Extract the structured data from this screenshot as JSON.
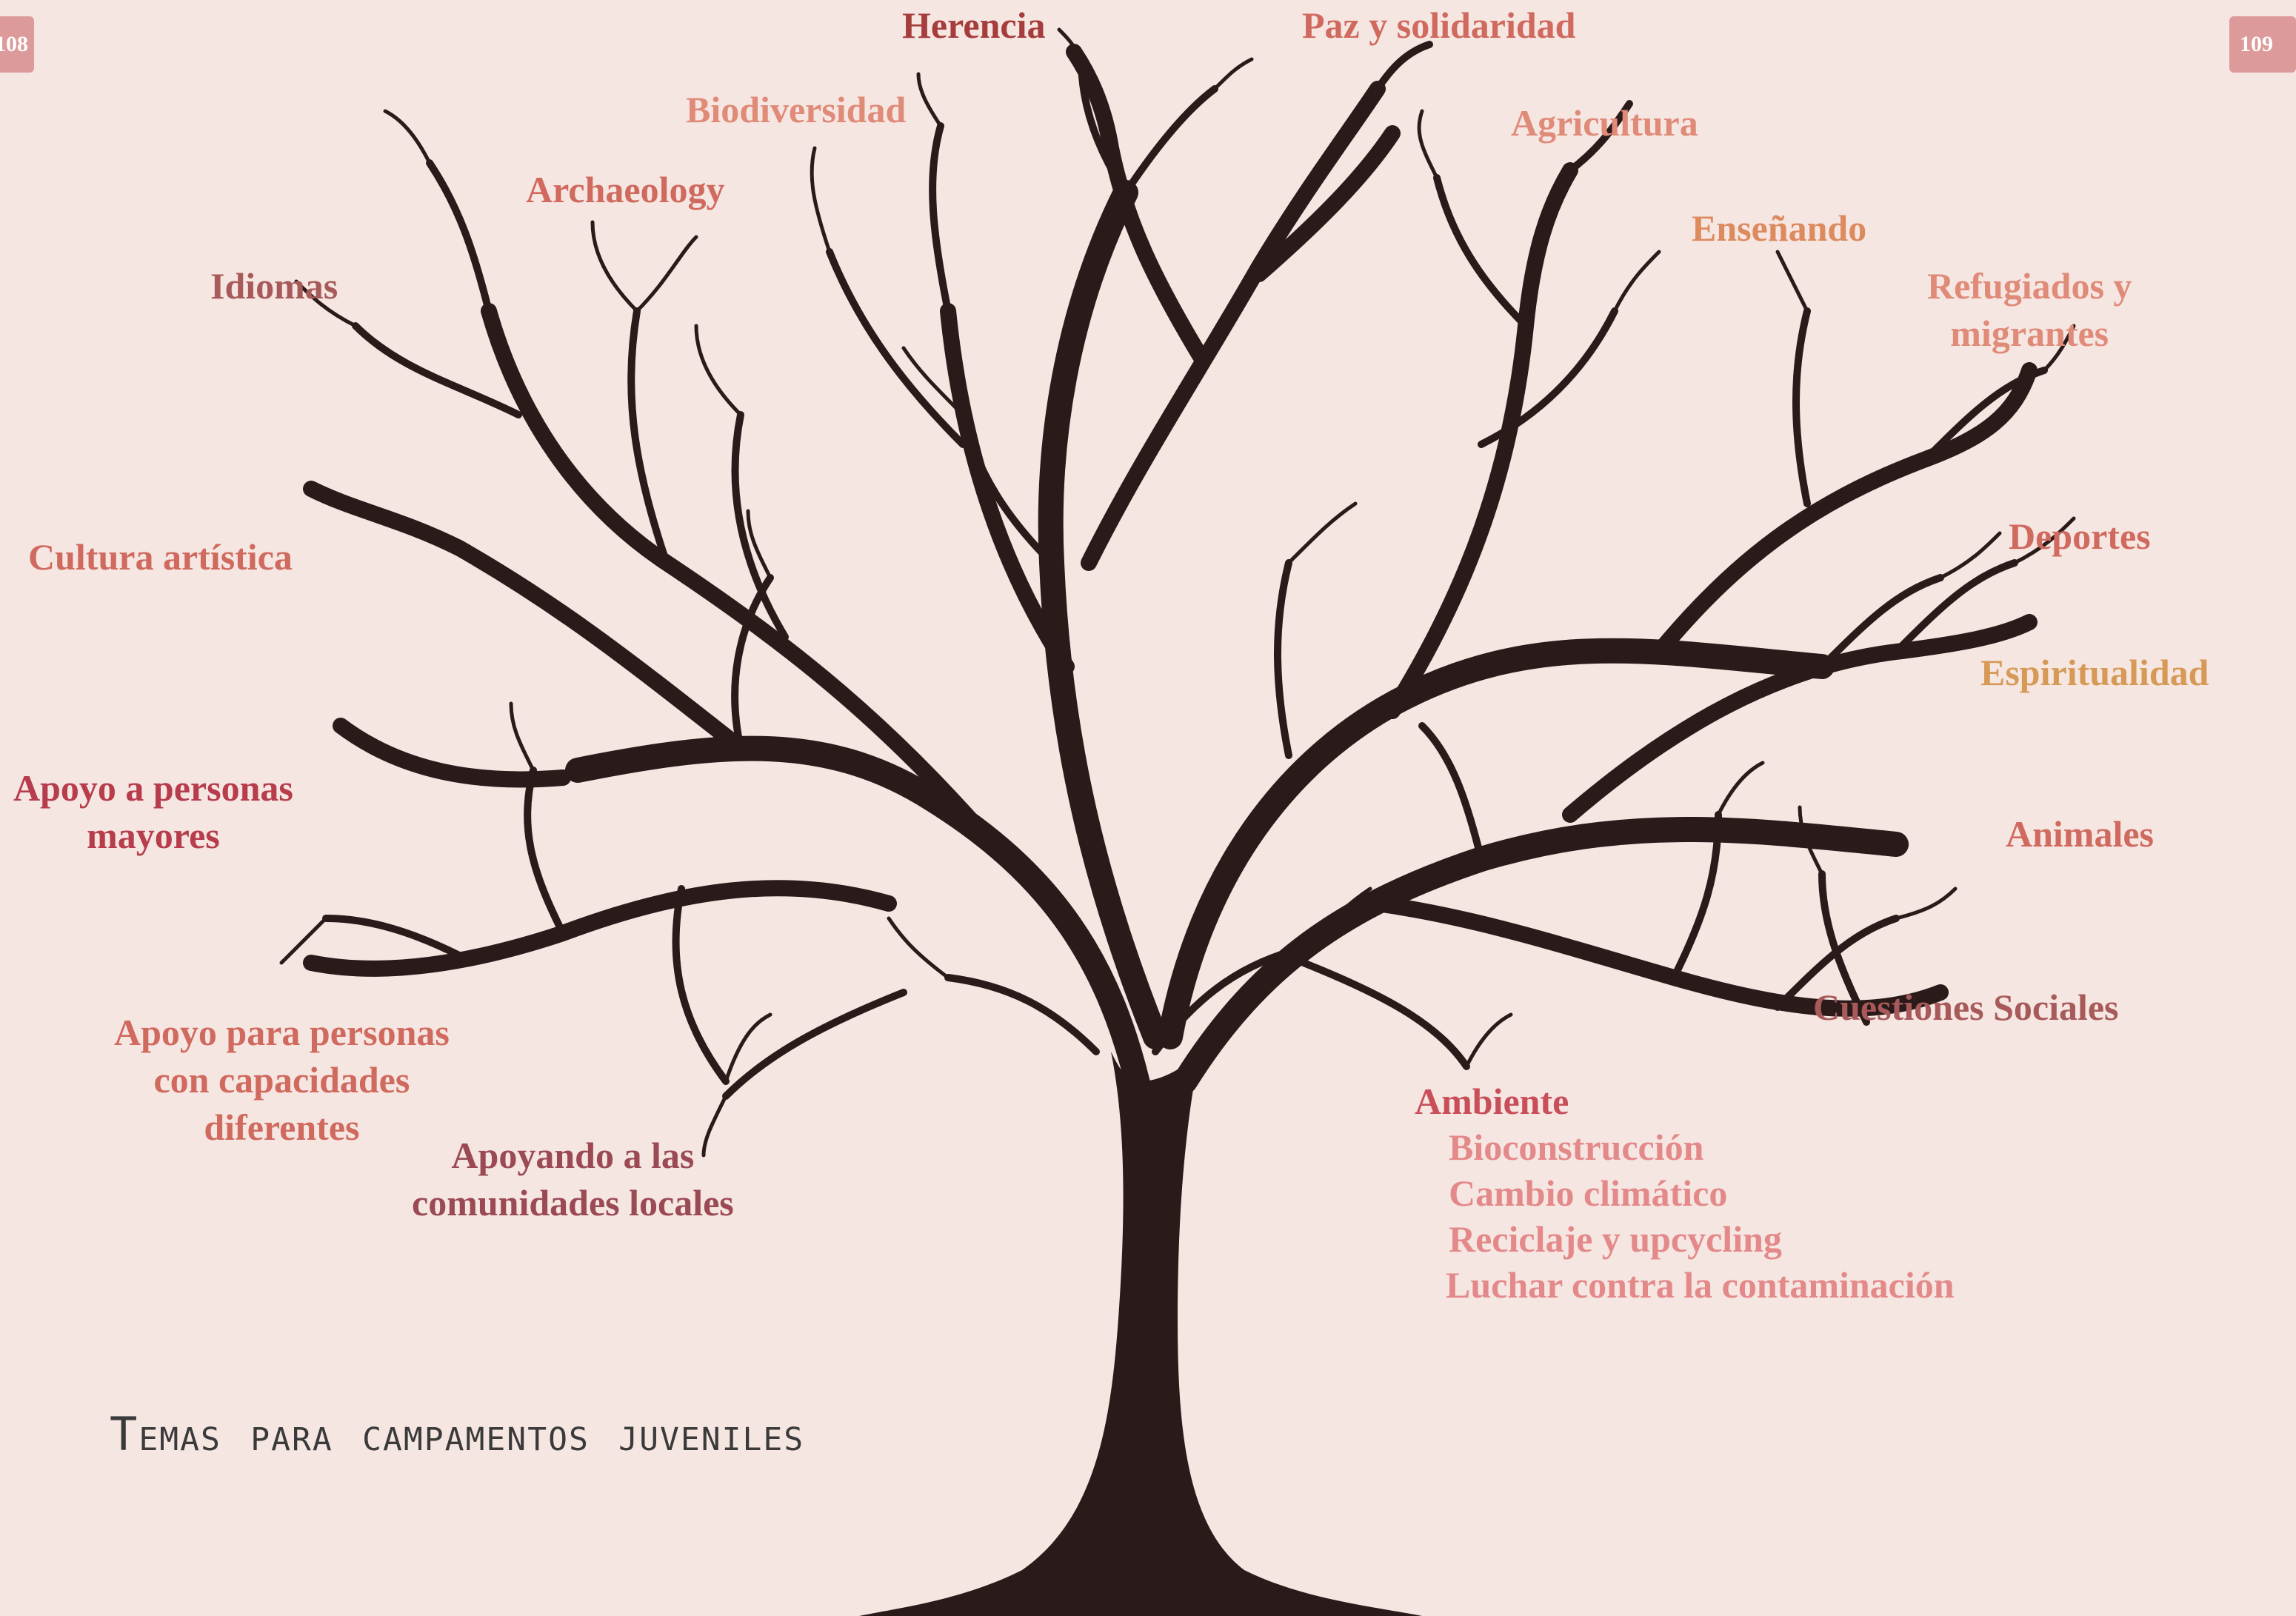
{
  "page_numbers": {
    "left": "108",
    "right": "109"
  },
  "page_title": "Temas para campamentos juveniles",
  "topics": {
    "herencia": "Herencia",
    "paz": "Paz y solidaridad",
    "biodiversidad": "Biodiversidad",
    "agricultura": "Agricultura",
    "archaeology": "Archaeology",
    "ensenando": "Enseñando",
    "idiomas": "Idiomas",
    "refugiados_1": "Refugiados y",
    "refugiados_2": "migrantes",
    "cultura": "Cultura artística",
    "deportes": "Deportes",
    "espiritualidad": "Espiritualidad",
    "apoyo_mayores_1": "Apoyo a personas",
    "apoyo_mayores_2": "mayores",
    "animales": "Animales",
    "cuestiones": "Cuestiones Sociales",
    "capacidades_1": "Apoyo para personas",
    "capacidades_2": "con capacidades",
    "capacidades_3": "diferentes",
    "comunidades_1": "Apoyando a las",
    "comunidades_2": "comunidades locales"
  },
  "ambiente": {
    "title": "Ambiente",
    "subtopics": [
      "Bioconstrucción",
      "Cambio climático",
      "Reciclaje y upcycling",
      "Luchar contra la contaminación"
    ]
  },
  "colors": {
    "background": "#f5e6e2",
    "tree": "#2a1a1a",
    "page_tab": "#dd9a9a"
  }
}
